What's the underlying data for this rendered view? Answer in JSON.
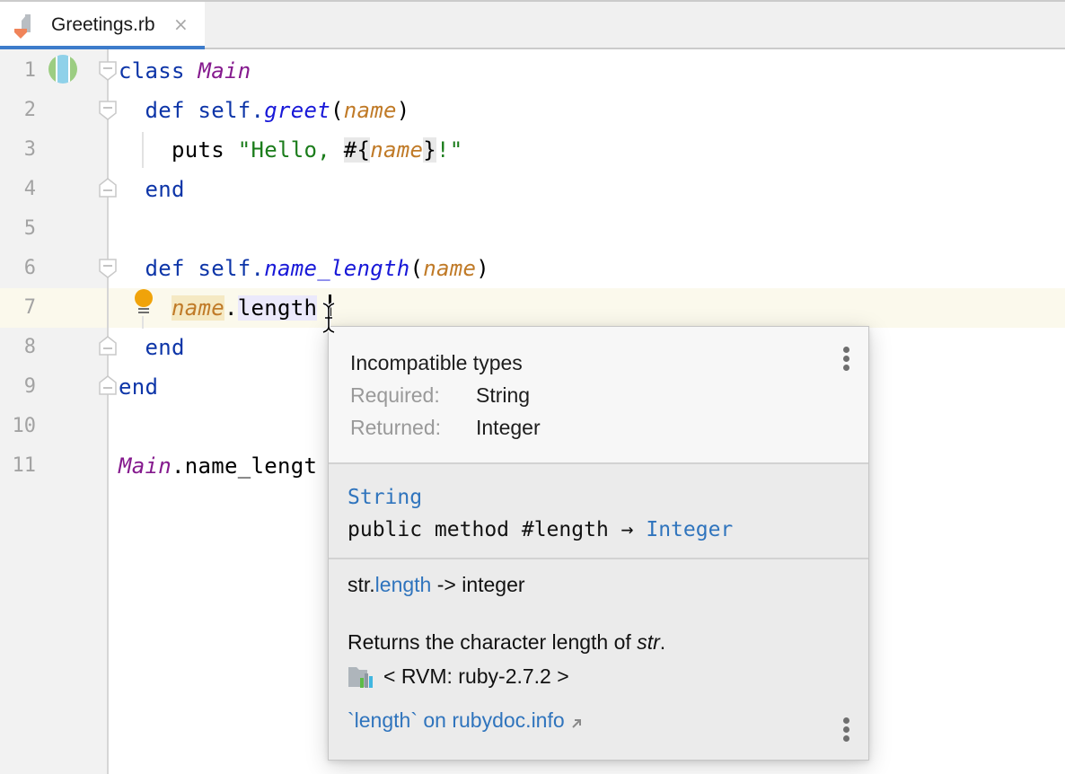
{
  "tab": {
    "label": "Greetings.rb",
    "close": "×",
    "icon": "ruby-file-icon",
    "accent_color": "#3d7ccb"
  },
  "editor": {
    "current_line": 7,
    "lines": [
      {
        "num": "1",
        "code": "class Main"
      },
      {
        "num": "2",
        "code": "  def self.greet(name)"
      },
      {
        "num": "3",
        "code": "    puts \"Hello, #{name}!\""
      },
      {
        "num": "4",
        "code": "  end"
      },
      {
        "num": "5",
        "code": ""
      },
      {
        "num": "6",
        "code": "  def self.name_length(name)"
      },
      {
        "num": "7",
        "code": "    name.length"
      },
      {
        "num": "8",
        "code": "  end"
      },
      {
        "num": "9",
        "code": "end"
      },
      {
        "num": "10",
        "code": ""
      },
      {
        "num": "11",
        "code": "Main.name_length"
      }
    ],
    "tokens": {
      "l1_kw": "class",
      "l1_cls": "Main",
      "l2_kw": "def",
      "l2_self": "self.",
      "l2_meth": "greet",
      "l2_open": "(",
      "l2_param": "name",
      "l2_close": ")",
      "l3_puts": "puts ",
      "l3_str1": "\"Hello, ",
      "l3_hash": "#",
      "l3_lb": "{",
      "l3_param": "name",
      "l3_rb": "}",
      "l3_str2": "!\"",
      "l4_kw": "end",
      "l6_kw": "def",
      "l6_self": "self.",
      "l6_meth": "name_length",
      "l6_open": "(",
      "l6_param": "name",
      "l6_close": ")",
      "l7_param": "name",
      "l7_dot": ".",
      "l7_meth": "length",
      "l8_kw": "end",
      "l9_kw": "end",
      "l11_cls": "Main",
      "l11_rest": ".name_lengt"
    }
  },
  "popup": {
    "error": {
      "title": "Incompatible types",
      "required_label": "Required:",
      "required_value": "String",
      "returned_label": "Returned:",
      "returned_value": "Integer"
    },
    "signature": {
      "type": "String",
      "prefix": "public method #length → ",
      "return_type": "Integer"
    },
    "doc": {
      "syn_prefix": "str.",
      "syn_link": "length",
      "syn_suffix": " -> integer",
      "desc_prefix": "Returns the character length of ",
      "desc_em": "str",
      "desc_suffix": ".",
      "library": "< RVM: ruby-2.7.2 >",
      "external_link": "`length` on rubydoc.info"
    }
  }
}
